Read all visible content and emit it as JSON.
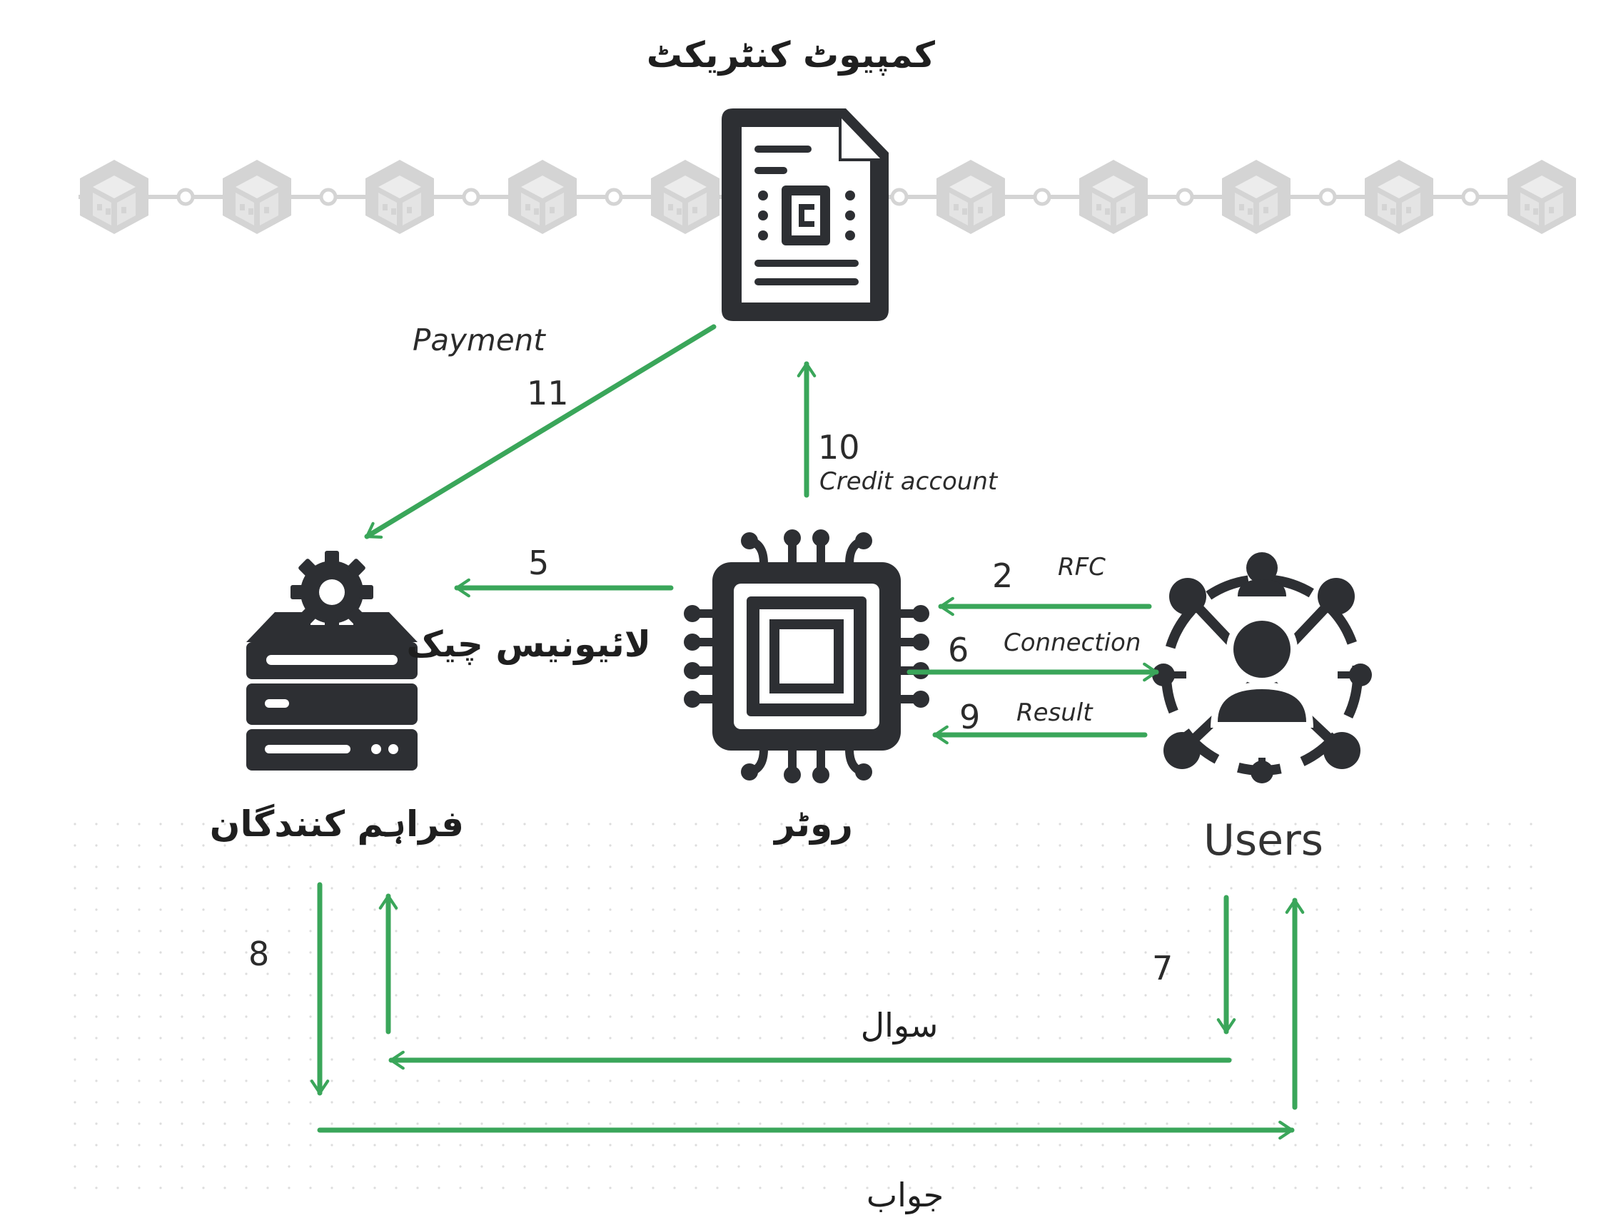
{
  "nodes": {
    "contract": {
      "label": "کمپیوٹ کنٹریکٹ"
    },
    "providers": {
      "label": "فراہم کنندگان"
    },
    "router": {
      "label": "روٹر"
    },
    "users": {
      "label": "Users"
    }
  },
  "edges": {
    "payment": {
      "step": "11",
      "label": "Payment"
    },
    "credit": {
      "step": "10",
      "label": "Credit account"
    },
    "license": {
      "step": "5",
      "label": "لائیونیس چیک"
    },
    "rfc": {
      "step": "2",
      "label": "RFC"
    },
    "connection": {
      "step": "6",
      "label": "Connection"
    },
    "result": {
      "step": "9",
      "label": "Result"
    },
    "provider_side": {
      "step": "8"
    },
    "users_side": {
      "step": "7"
    },
    "question": {
      "label": "سوال"
    },
    "answer": {
      "label": "جواب"
    }
  },
  "colors": {
    "arrow": "#3aa65a",
    "icon": "#2d2f33",
    "chain": "#d4d4d4"
  },
  "icons": {
    "contract": "document-icon",
    "providers": "server-gear-icon",
    "router": "cpu-chip-icon",
    "users": "user-network-icon",
    "chain": "blockchain-cube-icon"
  }
}
